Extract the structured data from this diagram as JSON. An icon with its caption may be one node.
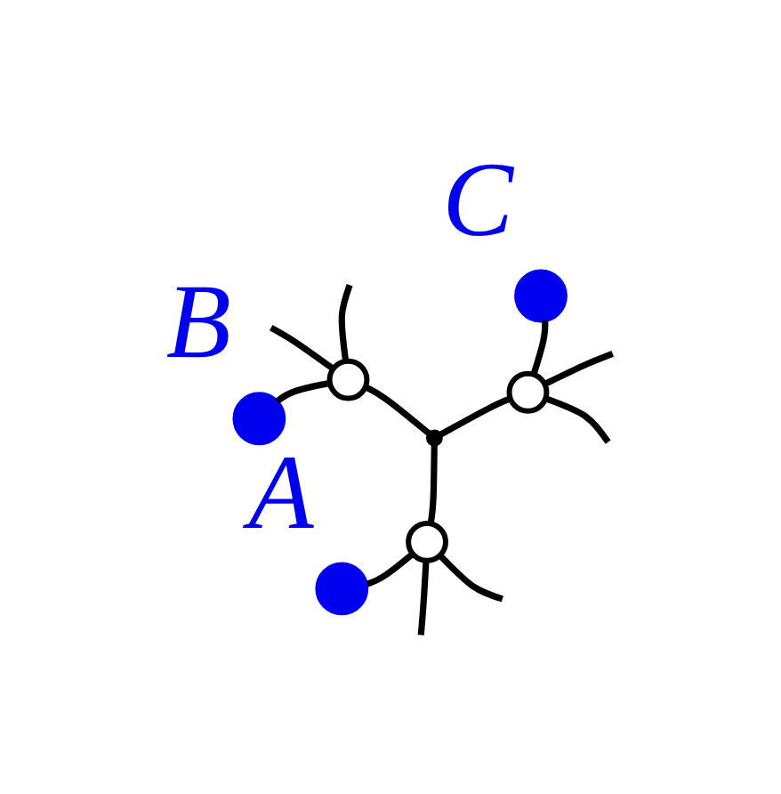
{
  "diagram": {
    "nodes": [
      {
        "text": [],
        "shape": "circle",
        "beside": [
          "A"
        ]
      },
      {
        "text": [],
        "shape": "circle"
      },
      {
        "text": [],
        "shape": "point"
      },
      {
        "text": [],
        "shape": "circle"
      },
      {
        "text": [],
        "shape": "circle",
        "beside": [
          "C"
        ]
      },
      {
        "text": [],
        "shape": "circle"
      },
      {
        "text": [],
        "shape": "circle",
        "beside": [
          "B"
        ]
      }
    ],
    "edges": [
      {
        "from": 0,
        "to": 1,
        "arrow": "none"
      },
      {
        "from": 1,
        "to": null,
        "arrow": "none"
      },
      {
        "from": 1,
        "to": null,
        "arrow": "none"
      },
      {
        "from": 1,
        "to": 2,
        "arrow": "none"
      },
      {
        "from": 2,
        "to": 3,
        "arrow": "none"
      },
      {
        "from": 3,
        "to": null,
        "arrow": "none"
      },
      {
        "from": 3,
        "to": null,
        "arrow": "none"
      },
      {
        "from": 3,
        "to": 4,
        "arrow": "none"
      },
      {
        "from": 2,
        "to": 5,
        "arrow": "none"
      },
      {
        "from": 5,
        "to": null,
        "arrow": "none"
      },
      {
        "from": 5,
        "to": null,
        "arrow": "none"
      },
      {
        "from": 5,
        "to": 6,
        "arrow": "none"
      }
    ]
  }
}
